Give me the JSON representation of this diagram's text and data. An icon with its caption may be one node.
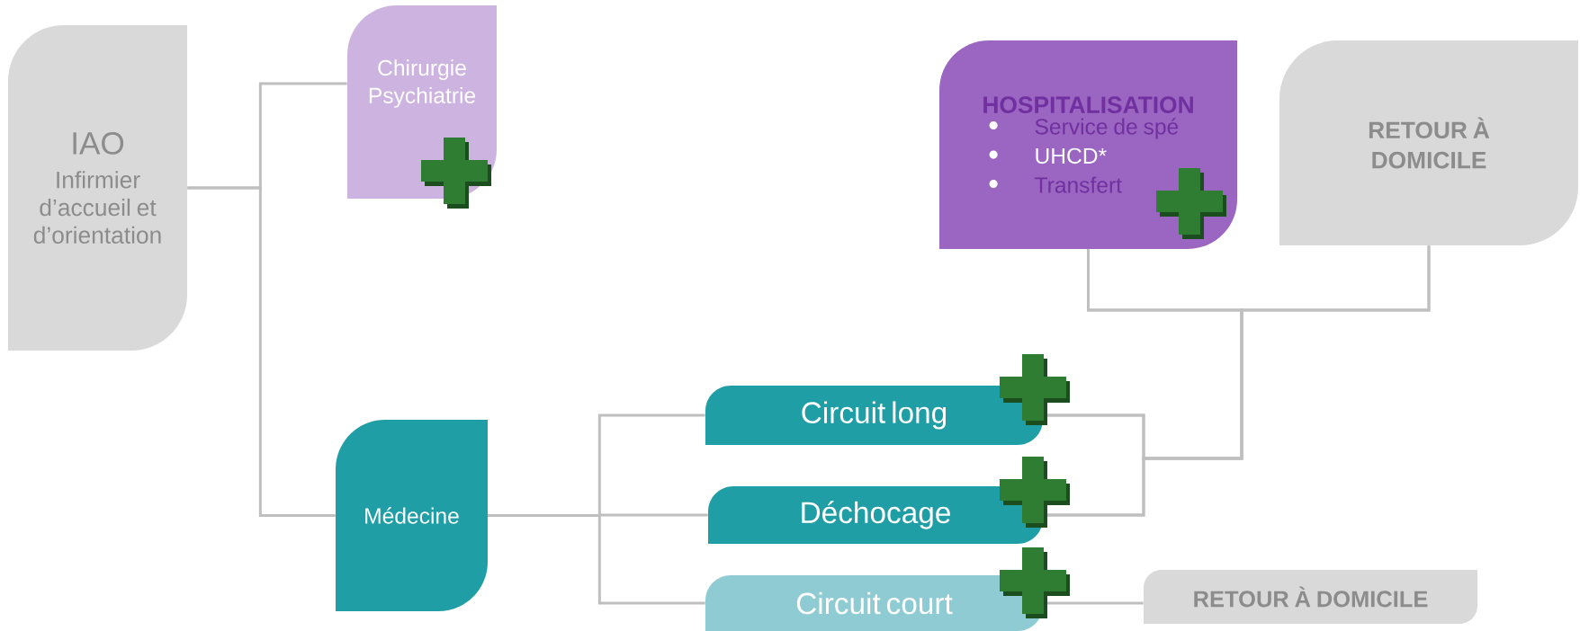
{
  "diagram": {
    "nodes": [
      {
        "text": [
          "IAO",
          "Infirmier d’accueil et d’orientation"
        ]
      },
      {
        "text": [
          "Chirurgie Psychiatrie"
        ]
      },
      {
        "text": [
          "Médecine"
        ]
      },
      {
        "text": [
          "Circuit long"
        ]
      },
      {
        "text": [
          "Déchocage"
        ]
      },
      {
        "text": [
          "Circuit court"
        ]
      },
      {
        "text": [
          "HOSPITALISATION",
          "Service de spé",
          "UHCD*",
          "Transfert"
        ]
      },
      {
        "text": [
          "RETOUR À DOMICILE"
        ]
      },
      {
        "text": [
          "RETOUR À DOMICILE"
        ]
      }
    ],
    "edges": [
      {
        "from": 0,
        "to": 1,
        "arrow": "none"
      },
      {
        "from": 0,
        "to": 2,
        "arrow": "none"
      },
      {
        "from": 2,
        "to": 3,
        "arrow": "none"
      },
      {
        "from": 2,
        "to": 4,
        "arrow": "none"
      },
      {
        "from": 2,
        "to": 5,
        "arrow": "none"
      },
      {
        "from": 3,
        "to": 6,
        "arrow": "none"
      },
      {
        "from": 3,
        "to": 7,
        "arrow": "none"
      },
      {
        "from": 4,
        "to": 6,
        "arrow": "none"
      },
      {
        "from": 4,
        "to": 7,
        "arrow": "none"
      },
      {
        "from": 5,
        "to": 8,
        "arrow": "none"
      }
    ]
  }
}
